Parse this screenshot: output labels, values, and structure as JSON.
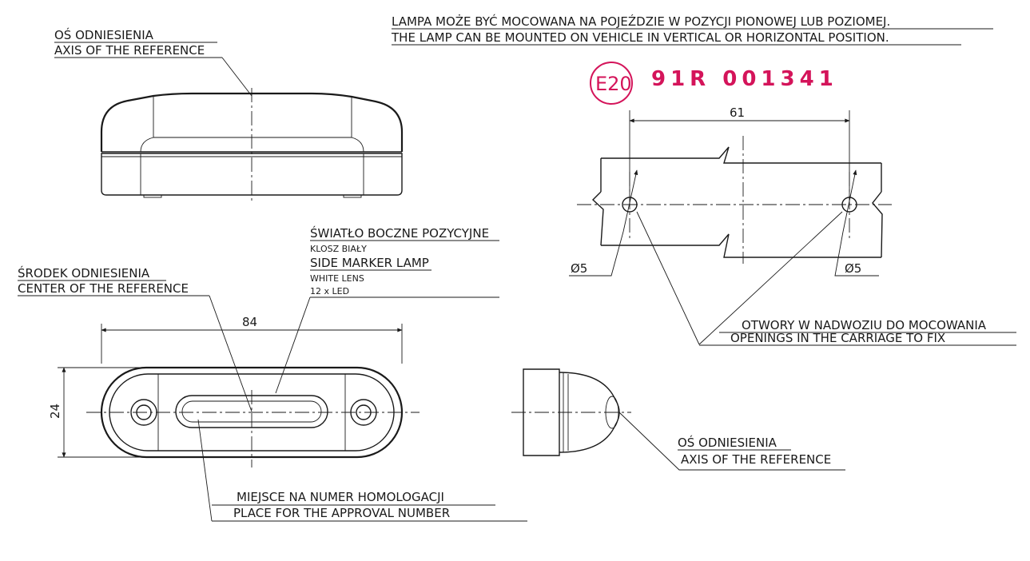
{
  "notes": {
    "mounting_pl": "LAMPA MOŻE BYĆ MOCOWANA NA POJEŹDZIE W POZYCJI PIONOWEJ LUB POZIOMEJ.",
    "mounting_en": "THE LAMP CAN BE MOUNTED ON VEHICLE IN VERTICAL OR HORIZONTAL POSITION."
  },
  "labels": {
    "axis_top_pl": "OŚ ODNIESIENIA",
    "axis_top_en": "AXIS OF THE REFERENCE",
    "lamp_type_pl": "ŚWIATŁO BOCZNE POZYCYJNE",
    "lens_pl": "KLOSZ BIAŁY",
    "lamp_type_en": "SIDE MARKER LAMP",
    "lens_en": "WHITE LENS",
    "led_count": "12 x LED",
    "center_pl": "ŚRODEK ODNIESIENIA",
    "center_en": "CENTER OF THE REFERENCE",
    "approval_place_pl": "MIEJSCE NA NUMER HOMOLOGACJI",
    "approval_place_en": "PLACE FOR THE APPROVAL NUMBER",
    "openings_pl": "OTWORY W NADWOZIU DO MOCOWANIA",
    "openings_en": "OPENINGS IN THE CARRIAGE TO FIX",
    "axis_side_pl": "OŚ ODNIESIENIA",
    "axis_side_en": "AXIS OF THE REFERENCE"
  },
  "approval": {
    "e_mark": "E20",
    "number": "91R 001341",
    "color": "#d4145a"
  },
  "dimensions": {
    "length": "84",
    "height": "24",
    "hole_spacing": "61",
    "hole_diameter_left": "Ø5",
    "hole_diameter_right": "Ø5"
  }
}
